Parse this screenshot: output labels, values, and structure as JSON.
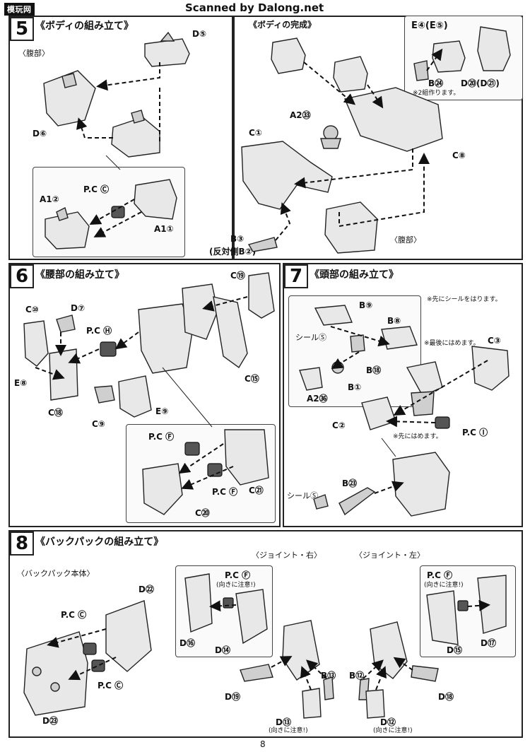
{
  "header": {
    "logo_text": "模玩网",
    "scan_credit": "Scanned by Dalong.net"
  },
  "step5": {
    "number": "5",
    "title": "《ボディの組み立て》",
    "subtitle": "〈腹部〉",
    "labels": {
      "d5": "D⑤",
      "d6": "D⑥",
      "pc": "P.C Ⓒ",
      "a1_2": "A1②",
      "a1_1": "A1①"
    },
    "complete": {
      "title": "《ボディの完成》",
      "e4": "E④(E⑤)",
      "b24": "B㉔",
      "d20": "D⑳(D㉑)",
      "note": "※2組作ります。",
      "a2_33": "A2㉝",
      "c1": "C①",
      "c8": "C⑧",
      "b3": "B③",
      "b3_opposite": "(反対側B②)",
      "abdomen": "〈腹部〉"
    }
  },
  "step6": {
    "number": "6",
    "title": "《腰部の組み立て》",
    "labels": {
      "c10": "C⑩",
      "d7": "D⑦",
      "e8": "E⑧",
      "pch": "P.C Ⓗ",
      "c18": "C⑱",
      "c9": "C⑨",
      "e9": "E⑨",
      "c19": "C⑲",
      "c15": "C⑮",
      "pcf1": "P.C Ⓕ",
      "pcf2": "P.C Ⓕ",
      "c21": "C㉑",
      "c20": "C⑳"
    }
  },
  "step7": {
    "number": "7",
    "title": "《頭部の組み立て》",
    "note_seal": "※先にシールをはります。",
    "note_last": "※最後にはめます。",
    "note_first": "※先にはめます。",
    "labels": {
      "b9": "B⑨",
      "b8": "B⑧",
      "seal_shi": "シールⓈ",
      "b18": "B⑱",
      "b1": "B①",
      "a2_36": "A2㊱",
      "c3": "C③",
      "c2": "C②",
      "pci": "P.C Ⓘ",
      "b23": "B㉓",
      "seal_sa": "シールⓈ"
    }
  },
  "step8": {
    "number": "8",
    "title": "《バックパックの組み立て》",
    "body_title": "〈バックパック本体〉",
    "right_title": "〈ジョイント・右〉",
    "left_title": "〈ジョイント・左〉",
    "body": {
      "d22": "D㉒",
      "pc1": "P.C Ⓒ",
      "pc2": "P.C Ⓒ",
      "d23": "D㉓"
    },
    "right": {
      "pcf": "P.C Ⓕ",
      "caution": "(向きに注意!)",
      "d16": "D⑯",
      "d14": "D⑭",
      "b13": "B⑬",
      "d19": "D⑲",
      "d13": "D⑬",
      "caution2": "(向きに注意!)"
    },
    "left": {
      "pcf": "P.C Ⓕ",
      "caution": "(向きに注意!)",
      "d15": "D⑮",
      "d17": "D⑰",
      "b12": "B⑫",
      "d18": "D⑱",
      "d12": "D⑫",
      "caution2": "(向きに注意!)"
    }
  },
  "footer": {
    "page_number": "8"
  }
}
